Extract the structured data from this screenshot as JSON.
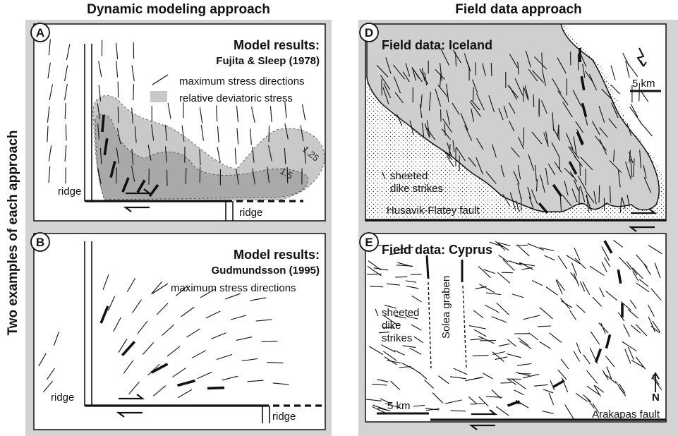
{
  "headers": {
    "left": "Dynamic modeling approach",
    "right": "Field data approach",
    "side": "Two examples of each approach"
  },
  "panels": {
    "A": {
      "letter": "A",
      "title": "Model results:",
      "subtitle": "Fujita & Sleep (1978)",
      "legend_stress": "maximum stress directions",
      "legend_deviatoric": "relative deviatoric stress",
      "contour_1": "1.25",
      "contour_2": "1.5",
      "ridge_left": "ridge",
      "ridge_right": "ridge"
    },
    "B": {
      "letter": "B",
      "title": "Model results:",
      "subtitle": "Gudmundsson (1995)",
      "legend_stress": "maximum stress directions",
      "ridge_left": "ridge",
      "ridge_right": "ridge"
    },
    "D": {
      "letter": "D",
      "title": "Field data: Iceland",
      "scale": "5 km",
      "sheeted_1": "sheeted",
      "sheeted_2": "dike strikes",
      "fault": "Husavik-Flatey fault"
    },
    "E": {
      "letter": "E",
      "title": "Field data: Cyprus",
      "graben": "Solea graben",
      "sheeted_1": "sheeted",
      "sheeted_2": "dike",
      "sheeted_3": "strikes",
      "scale": "5 km",
      "north": "N",
      "fault": "Arakapas fault"
    }
  },
  "colors": {
    "frame_bg": "#d3d3d3",
    "deviatoric_light": "#c9c9c9",
    "deviatoric_dark": "#a9a9a9",
    "land": "#cfcfcf"
  }
}
